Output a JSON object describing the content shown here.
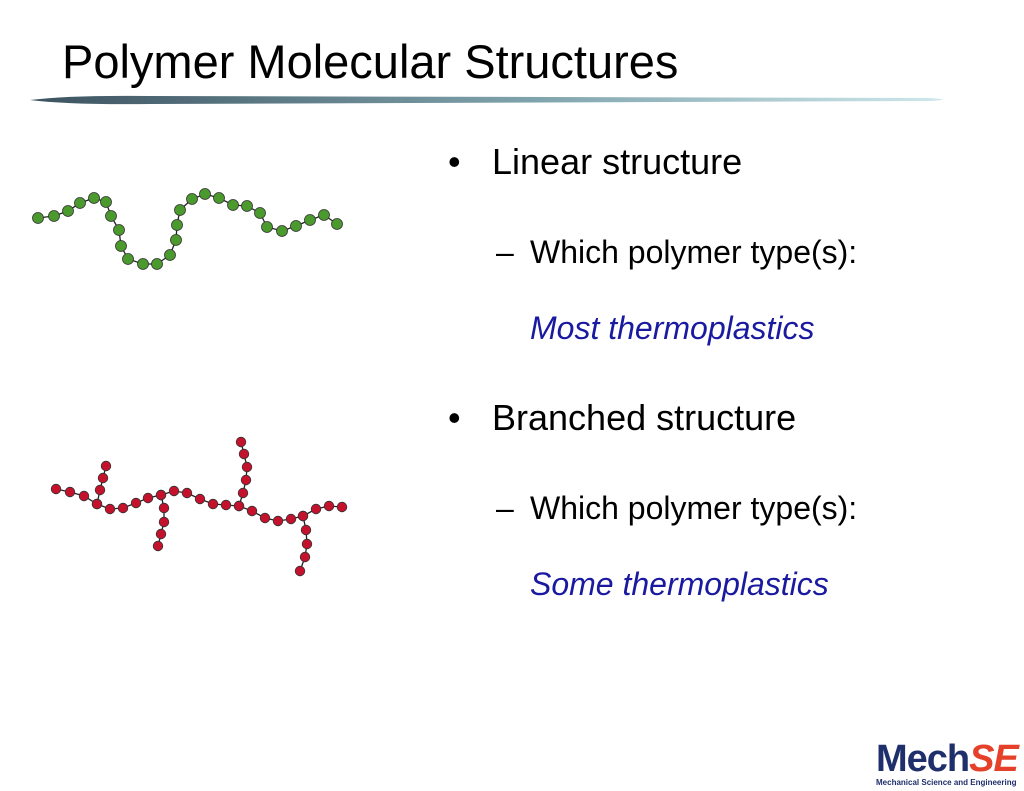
{
  "slide": {
    "title": "Polymer Molecular Structures"
  },
  "colors": {
    "rule_dark": "#3c5360",
    "rule_light": "#cfe8ec",
    "answer": "#1a1aa0",
    "linear_bead": "#4a9a2e",
    "branched_bead": "#c4122d",
    "logo_mech": "#1f2f6b",
    "logo_se": "#e4402a"
  },
  "bullets": [
    {
      "heading": "Linear structure",
      "question": "Which polymer type(s):",
      "answer": "Most thermoplastics"
    },
    {
      "heading": "Branched structure",
      "question": "Which polymer type(s):",
      "answer": "Some thermoplastics"
    }
  ],
  "logo": {
    "mech": "Mech",
    "se": "SE",
    "subtitle": "Mechanical Science and Engineering"
  }
}
